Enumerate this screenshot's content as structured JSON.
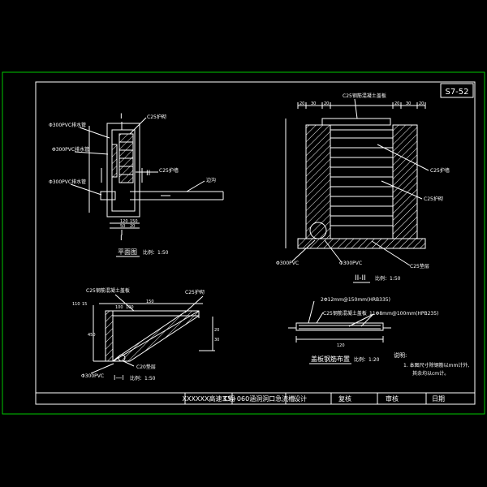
{
  "sheet": {
    "code": "S7-52"
  },
  "title_block": {
    "project": "XXXXXX高速工程",
    "drawing_title": "K5+060涵洞洞口急流槽",
    "designer": "设计",
    "checker": "复核",
    "reviewer": "审核",
    "date": "日期"
  },
  "plan_view": {
    "title": "平面图",
    "scale": "比例：1:50",
    "section_mark_top": "I",
    "section_mark_bottom": "I",
    "section_mark_II": "II",
    "labels": {
      "pipe_note": "Φ300PVC排水管",
      "c25_top": "C25护砌",
      "pvc_pipe": "Φ300PVC排水管",
      "pipe_wall": "C25护墙",
      "ditch": "边沟",
      "dims": [
        "120",
        "150",
        "50",
        "20"
      ]
    }
  },
  "section_II": {
    "title": "II-II",
    "scale": "比例：1:50",
    "labels": {
      "top_slab": "C25钢筋混凝土盖板",
      "c25_wall": "C25护墙",
      "c25_base": "C25护砌",
      "pvc_left": "Φ300PVC",
      "pvc_mid": "Φ300PVC",
      "c25_bottom": "C25垫层"
    },
    "dims_top": [
      "20",
      "30",
      "20",
      "20",
      "30",
      "20"
    ]
  },
  "section_I": {
    "title": "I—I",
    "scale": "比例：1:50",
    "labels": {
      "cover": "C25钢筋混凝土盖板",
      "c25": "C25护砌",
      "bedding": "C20垫层",
      "pvc": "Φ300PVC",
      "dims": [
        "110",
        "15",
        "100",
        "100",
        "150",
        "450",
        "20",
        "30"
      ]
    }
  },
  "cover_slab": {
    "title": "盖板钢筋布置",
    "scale": "比例：1:20",
    "labels": {
      "rebar_top": "2Φ12mm@150mm(HRB335)",
      "rebar_c25": "C25钢筋混凝土盖板",
      "rebar_bot": "11Φ8mm@100mm(HPB235)",
      "dim": "120"
    }
  },
  "notes": {
    "heading": "说明:",
    "line1": "1. 本图尺寸除钢筋以mm计外,",
    "line2": "其余均以cm计。"
  },
  "colors": {
    "outer_frame": "#00c800",
    "lines": "#ffffff",
    "background": "#000000"
  }
}
